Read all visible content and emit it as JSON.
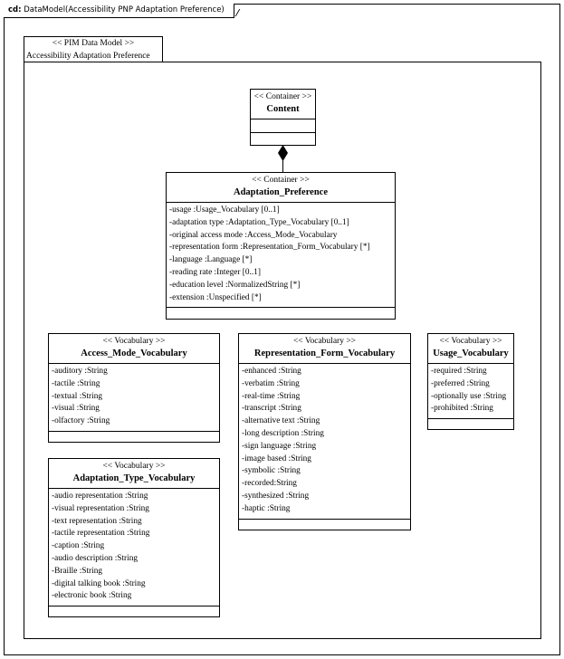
{
  "frame": {
    "keyword": "cd:",
    "title": "DataModel(Accessibility PNP Adaptation Preference)"
  },
  "package": {
    "stereotype": "<< PIM Data Model >>",
    "name": "Accessibility Adaptation Preference"
  },
  "classes": {
    "content": {
      "stereotype": "<< Container >>",
      "name": "Content",
      "attributes": []
    },
    "adaptation_preference": {
      "stereotype": "<< Container >>",
      "name": "Adaptation_Preference",
      "attributes": [
        "-usage :Usage_Vocabulary  [0..1]",
        "-adaptation type  :Adaptation_Type_Vocabulary  [0..1]",
        "-original access mode  :Access_Mode_Vocabulary",
        "-representation form  :Representation_Form_Vocabulary   [*]",
        "-language :Language [*]",
        "-reading rate :Integer [0..1]",
        "-education level  :NormalizedString  [*]",
        "-extension :Unspecified [*]"
      ]
    },
    "access_mode_vocabulary": {
      "stereotype": "<< Vocabulary  >>",
      "name": "Access_Mode_Vocabulary",
      "attributes": [
        "-auditory :String",
        "-tactile :String",
        "-textual :String",
        "-visual  :String",
        "-olfactory :String"
      ]
    },
    "representation_form_vocabulary": {
      "stereotype": "<< Vocabulary >>",
      "name": "Representation_Form_Vocabulary",
      "attributes": [
        "-enhanced :String",
        "-verbatim :String",
        "-real-time :String",
        "-transcript :String",
        "-alternative text  :String",
        "-long description  :String",
        "-sign language   :String",
        "-image based :String",
        "-symbolic :String",
        "-recorded:String",
        "-synthesized  :String",
        "-haptic :String"
      ]
    },
    "usage_vocabulary": {
      "stereotype": "<< Vocabulary  >>",
      "name": "Usage_Vocabulary",
      "attributes": [
        "-required :String",
        "-preferred :String",
        "-optionally use   :String",
        "-prohibited  :String"
      ]
    },
    "adaptation_type_vocabulary": {
      "stereotype": "<< Vocabulary  >>",
      "name": "Adaptation_Type_Vocabulary",
      "attributes": [
        "-audio representation   :String",
        "-visual representation   :String",
        "-text representation  :String",
        "-tactile representation   :String",
        "-caption :String",
        "-audio description  :String",
        "-Braille  :String",
        "-digital talking book    :String",
        "-electronic book :String"
      ]
    }
  }
}
